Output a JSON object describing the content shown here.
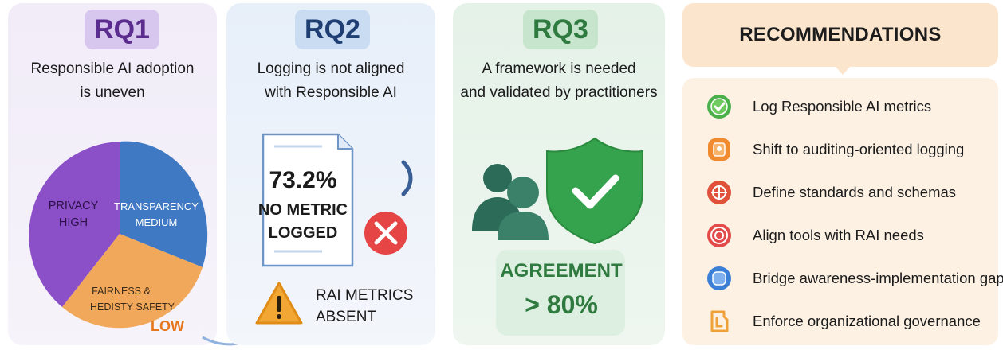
{
  "rq1": {
    "label": "RQ1",
    "subtitle_lines": [
      "Responsible AI adoption",
      "is uneven"
    ],
    "pie": {
      "slices": [
        {
          "label_lines": [
            "PRIVACY",
            "HIGH"
          ],
          "color": "#8b4fc7"
        },
        {
          "label_lines": [
            "TRANSPARENCY",
            "MEDIUM"
          ],
          "color": "#3f78c3"
        },
        {
          "label_lines": [
            "FAIRNESS &",
            "HEDISTY SAFETY",
            "LOW"
          ],
          "color": "#f2a85a"
        }
      ]
    }
  },
  "rq2": {
    "label": "RQ2",
    "subtitle_lines": [
      "Logging is not aligned",
      "with Responsible AI"
    ],
    "doc_lines": [
      "73.2%",
      "NO METRIC",
      "LOGGED"
    ],
    "warning_lines": [
      "RAI METRICS",
      "ABSENT"
    ],
    "colors": {
      "error": "#e64545",
      "warning": "#f2a634"
    }
  },
  "rq3": {
    "label": "RQ3",
    "subtitle_lines": [
      "A framework is needed",
      "and validated by practitioners"
    ],
    "agreement_lines": [
      "AGREEMENT",
      "> 80%"
    ],
    "colors": {
      "shield": "#35a24d",
      "people": "#2b6b58"
    }
  },
  "recommendations": {
    "title": "RECOMMENDATIONS",
    "items": [
      {
        "text": "Log Responsible AI metrics",
        "icon": "green-check-gear-icon",
        "color": "#4ab04a"
      },
      {
        "text": "Shift to auditing-oriented logging",
        "icon": "orange-audit-icon",
        "color": "#f08a2e"
      },
      {
        "text": "Define standards and schemas",
        "icon": "red-schema-icon",
        "color": "#e0513a"
      },
      {
        "text": "Align tools with RAI needs",
        "icon": "red-target-icon",
        "color": "#e34a4a"
      },
      {
        "text": "Bridge awareness-implementation gap",
        "icon": "blue-bridge-icon",
        "color": "#3b7fd6"
      },
      {
        "text": "Enforce organizational governance",
        "icon": "orange-governance-icon",
        "color": "#f0a23a"
      }
    ]
  }
}
